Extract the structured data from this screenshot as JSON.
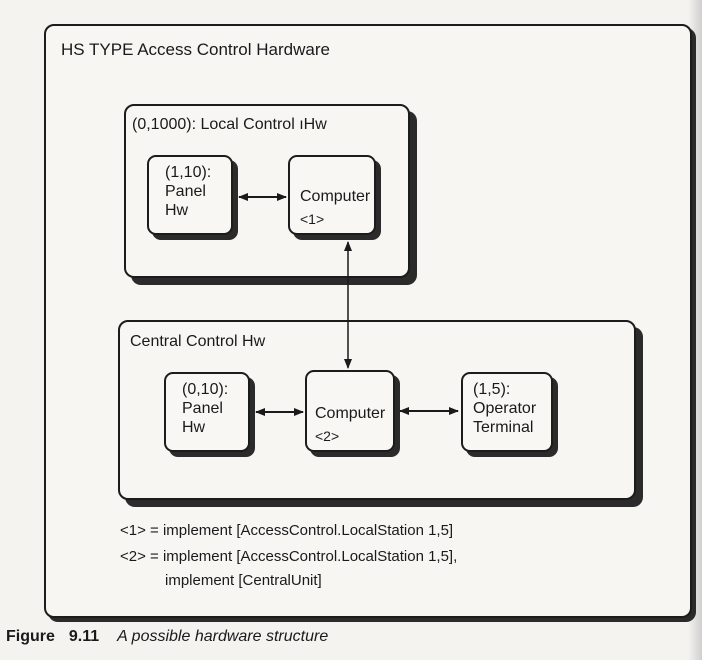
{
  "title": "HS TYPE Access Control Hardware",
  "local_group": {
    "label": "(0,1000): Local Control ıHw",
    "panel": {
      "lines": [
        "(1,10):",
        "Panel",
        "Hw"
      ]
    },
    "computer": {
      "lines": [
        "Computer",
        "<1>"
      ]
    }
  },
  "central_group": {
    "label": "Central Control Hw",
    "panel": {
      "lines": [
        "(0,10):",
        "Panel",
        "Hw"
      ]
    },
    "computer": {
      "lines": [
        "Computer",
        "<2>"
      ]
    },
    "terminal": {
      "lines": [
        "(1,5):",
        "Operator",
        "Terminal"
      ]
    }
  },
  "notes": [
    "<1> = implement [AccessControl.LocalStation 1,5]",
    "<2> = implement [AccessControl.LocalStation 1,5],",
    "implement [CentralUnit]"
  ],
  "caption": {
    "figure_word": "Figure",
    "number": "9.11",
    "text": "A possible hardware structure"
  }
}
